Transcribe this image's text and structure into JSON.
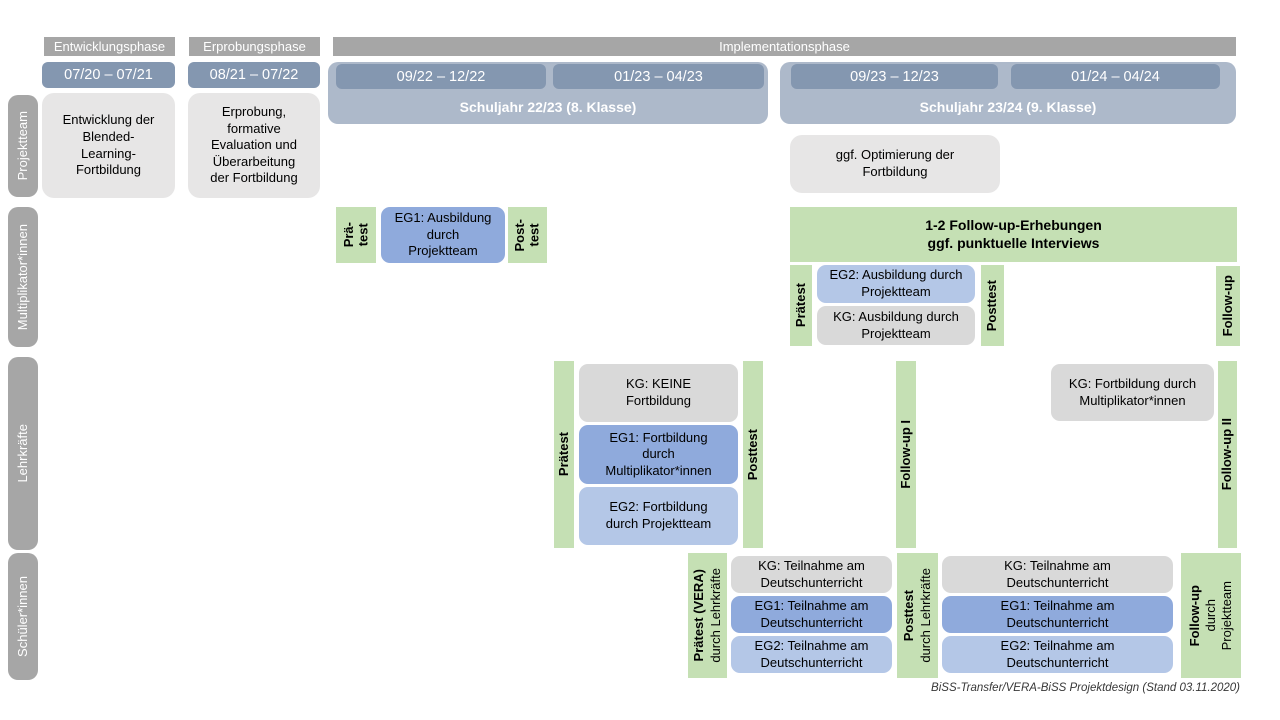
{
  "colors": {
    "phase_bar": "#A6A6A6",
    "date_bar": "#8497B0",
    "school_year_bar": "#ADB9CA",
    "row_label_bar": "#A6A6A6",
    "green_test_bar": "#C5E0B4",
    "eg1_blue": "#8FAADC",
    "eg2_blue": "#B4C7E7",
    "kg_gray": "#D9D9D9",
    "projektteam_box_gray": "#E7E6E6"
  },
  "header": {
    "phases": [
      {
        "label": "Entwicklungsphase"
      },
      {
        "label": "Erprobungsphase"
      },
      {
        "label": "Implementationsphase"
      }
    ],
    "dates": [
      "07/20 – 07/21",
      "08/21 – 07/22",
      "09/22 – 12/22",
      "01/23 – 04/23",
      "09/23 – 12/23",
      "01/24 – 04/24"
    ],
    "school_years": [
      "Schuljahr 22/23 (8. Klasse)",
      "Schuljahr 23/24 (9. Klasse)"
    ]
  },
  "rows": [
    {
      "label": "Projektteam"
    },
    {
      "label": "Multiplikator*innen"
    },
    {
      "label": "Lehrkräfte"
    },
    {
      "label": "Schüler*innen"
    }
  ],
  "projektteam": {
    "entwicklung": "Entwicklung der\nBlended-\nLearning-\nFortbildung",
    "erprobung": "Erprobung,\nformative\nEvaluation und\nÜberarbeitung\nder Fortbildung",
    "optimierung": "ggf. Optimierung der\nFortbildung"
  },
  "multiplikator": {
    "praetest_small": "Prä-\ntest",
    "eg1": "EG1: Ausbildung\ndurch\nProjektteam",
    "posttest_small": "Post-\ntest",
    "followup_box": "1-2 Follow-up-Erhebungen\nggf. punktuelle Interviews",
    "praetest": "Prätest",
    "eg2": "EG2: Ausbildung durch\nProjektteam",
    "kg": "KG: Ausbildung durch\nProjektteam",
    "posttest": "Posttest",
    "followup": "Follow-up"
  },
  "lehrkraefte": {
    "praetest": "Prätest",
    "kg": "KG: KEINE\nFortbildung",
    "eg1": "EG1: Fortbildung\ndurch\nMultiplikator*innen",
    "eg2": "EG2: Fortbildung\ndurch Projektteam",
    "posttest": "Posttest",
    "followup1": "Follow-up I",
    "kg2": "KG: Fortbildung durch\nMultiplikator*innen",
    "followup2": "Follow-up II"
  },
  "schueler": {
    "praetest": "Prätest (VERA)",
    "praetest_sub": "durch Lehrkräfte",
    "kg1": "KG: Teilnahme am\nDeutschunterricht",
    "eg1a": "EG1: Teilnahme am\nDeutschunterricht",
    "eg2a": "EG2: Teilnahme am\nDeutschunterricht",
    "posttest": "Posttest",
    "posttest_sub": "durch Lehrkräfte",
    "kg2": "KG: Teilnahme am\nDeutschunterricht",
    "eg1b": "EG1: Teilnahme am\nDeutschunterricht",
    "eg2b": "EG2: Teilnahme am\nDeutschunterricht",
    "followup": "Follow-up",
    "followup_sub1": "durch",
    "followup_sub2": "Projektteam"
  },
  "caption": "BiSS-Transfer/VERA-BiSS Projektdesign (Stand 03.11.2020)"
}
